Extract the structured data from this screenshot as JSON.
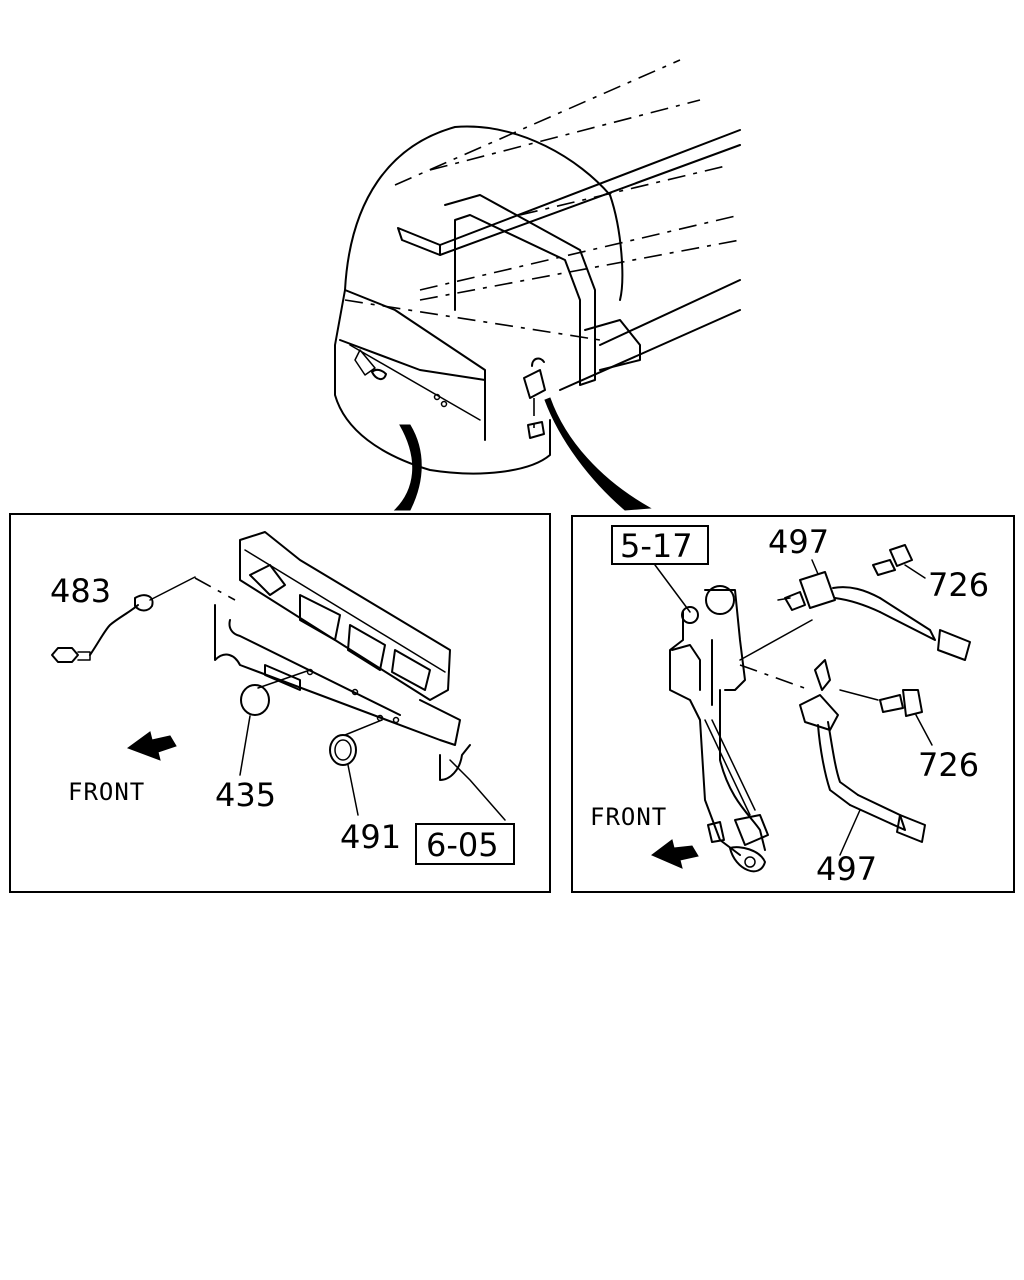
{
  "left_panel": {
    "labels": {
      "sensor": "483",
      "cap": "435",
      "seal": "491",
      "front": "FRONT",
      "ref": "6-05"
    }
  },
  "right_panel": {
    "labels": {
      "ref": "5-17",
      "switch_top": "497",
      "bolt_top": "726",
      "bolt_bottom": "726",
      "switch_bottom": "497",
      "front": "FRONT"
    }
  }
}
